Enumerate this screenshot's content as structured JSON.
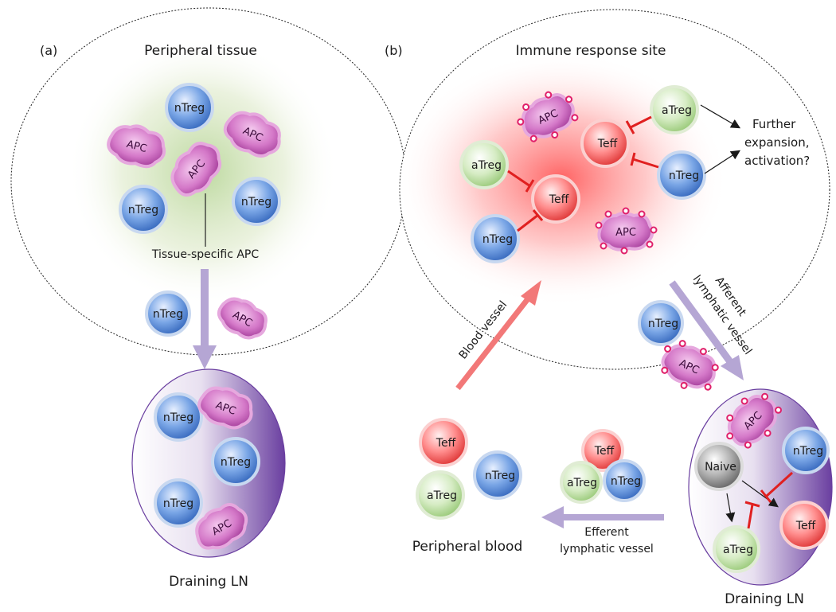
{
  "panel_a": {
    "letter": "(a)",
    "title": "Peripheral tissue",
    "apc_label": "Tissue-specific APC",
    "ln_label": "Draining LN",
    "ntreg": "nTreg",
    "apc": "APC"
  },
  "panel_b": {
    "letter": "(b)",
    "title": "Immune response site",
    "further_line1": "Further",
    "further_line2": "expansion,",
    "further_line3": "activation?",
    "blood_vessel": "Blood vessel",
    "afferent_line1": "Afferent",
    "afferent_line2": "lymphatic vessel",
    "efferent_line1": "Efferent",
    "efferent_line2": "lymphatic vessel",
    "peripheral_blood": "Peripheral blood",
    "ln_label": "Draining LN",
    "ntreg": "nTreg",
    "atreg": "aTreg",
    "teff": "Teff",
    "naive": "Naive",
    "apc": "APC"
  },
  "colors": {
    "ntreg": "#4a7fcf",
    "atreg": "#b8dca0",
    "teff": "#f06060",
    "naive": "#8a8a8a",
    "apc": "#c050b0",
    "inhibit": "#e02020",
    "lymph_arrow": "#b0a0d0",
    "blood_arrow": "#f07070"
  }
}
